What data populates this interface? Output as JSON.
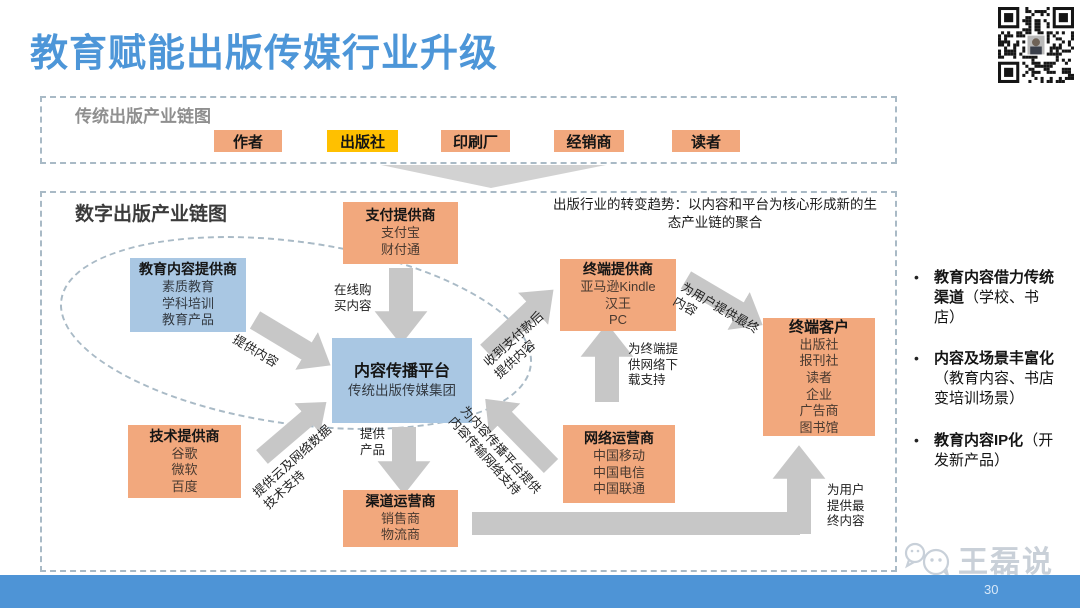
{
  "slide": {
    "title": "教育赋能出版传媒行业升级",
    "page_number": "30",
    "watermark_text": "王磊说"
  },
  "traditional_chain": {
    "section_label": "传统出版产业链图",
    "nodes": [
      {
        "label": "作者"
      },
      {
        "label": "出版社"
      },
      {
        "label": "印刷厂"
      },
      {
        "label": "经销商"
      },
      {
        "label": "读者"
      }
    ]
  },
  "digital_chain": {
    "section_label": "数字出版产业链图",
    "trend_note": "出版行业的转变趋势：以内容和平台为核心形成新的生态产业链的聚合",
    "nodes": {
      "payment": {
        "title": "支付提供商",
        "items": [
          "支付宝",
          "财付通"
        ]
      },
      "edu_content": {
        "title": "教育内容提供商",
        "items": [
          "素质教育",
          "学科培训",
          "教育产品"
        ]
      },
      "platform": {
        "title": "内容传播平台",
        "items": [
          "传统出版传媒集团"
        ]
      },
      "terminal_provider": {
        "title": "终端提供商",
        "items": [
          "亚马逊Kindle",
          "汉王",
          "PC"
        ]
      },
      "terminal_customer": {
        "title": "终端客户",
        "items": [
          "出版社",
          "报刊社",
          "读者",
          "企业",
          "广告商",
          "图书馆"
        ]
      },
      "tech_provider": {
        "title": "技术提供商",
        "items": [
          "谷歌",
          "微软",
          "百度"
        ]
      },
      "network_operator": {
        "title": "网络运营商",
        "items": [
          "中国移动",
          "中国电信",
          "中国联通"
        ]
      },
      "channel_operator": {
        "title": "渠道运营商",
        "items": [
          "销售商",
          "物流商"
        ]
      }
    },
    "edge_labels": {
      "online_purchase": "在线购\n买内容",
      "provide_content": "提供内容",
      "after_payment": "收到支付款后\n提供内容",
      "user_final_content": "为用户提供最终\n内容",
      "terminal_network_support": "为终端提\n供网络下\n载支持",
      "cloud_tech_support": "提供云及网络数据\n技术支持",
      "provide_product": "提供\n产品",
      "platform_network_support": "为内容传播平台提供\n内容传输网络支持",
      "user_final_content_2": "为用户\n提供最\n终内容"
    }
  },
  "sidebar": {
    "bullets": [
      {
        "bold": "教育内容借力传统渠道",
        "normal": "（学校、书店）"
      },
      {
        "bold": "内容及场景丰富化",
        "normal": "（教育内容、书店变培训场景）"
      },
      {
        "bold": "教育内容IP化",
        "normal": "（开发新产品）"
      }
    ]
  },
  "colors": {
    "orange_box": "#F2A87D",
    "yellow_box": "#FFC000",
    "blue_box": "#A9C7E3",
    "title_blue": "#4D96D8",
    "footer_blue": "#4E94D6",
    "arrow_gray": "#C7C7C7",
    "dash_border": "#A9BAC6",
    "section_label_gray": "#8F8F8F",
    "watermark_gray": "#C9D0D8"
  }
}
